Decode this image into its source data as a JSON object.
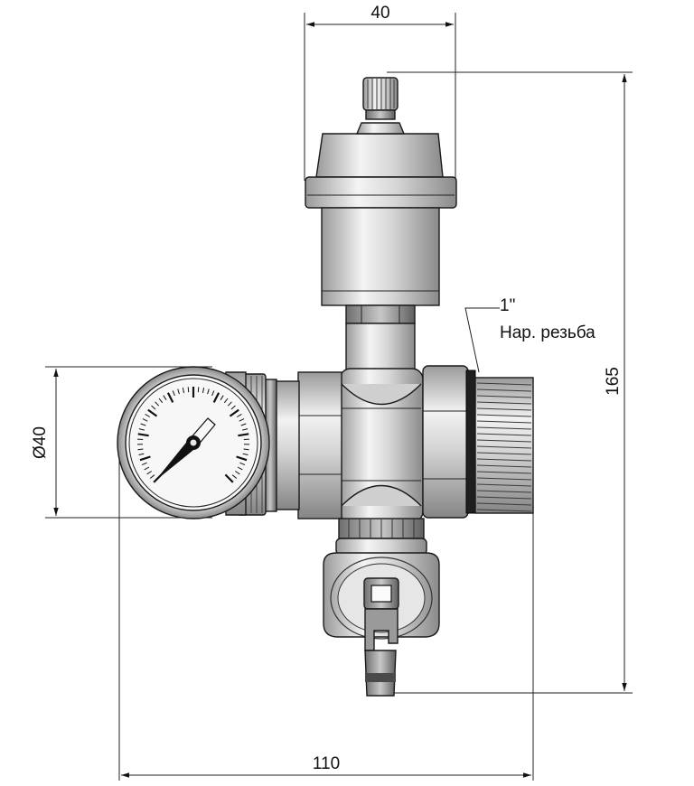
{
  "dimensions": {
    "width_top": "40",
    "height_right": "165",
    "diameter_left": "Ø40",
    "width_bottom": "110"
  },
  "callout": {
    "size": "1\"",
    "note": "Нар. резьба"
  }
}
